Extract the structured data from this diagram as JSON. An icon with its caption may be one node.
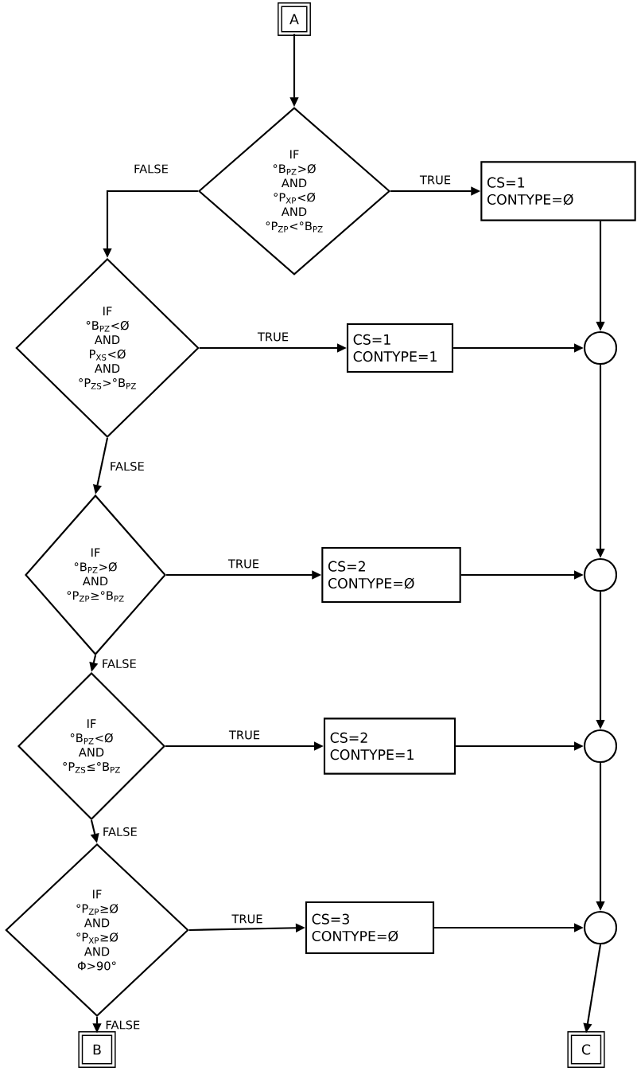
{
  "diagram": {
    "nodes": [
      {
        "text": [
          "A"
        ]
      },
      {
        "text": [
          "IF °B$_{PZ}$>Ø AND °P$_{XP}$<Ø AND °P$_{ZP}$<°B$_{PZ}$"
        ]
      },
      {
        "text": [
          "CS=1 CONTYPE=Ø"
        ]
      },
      {
        "text": [
          "IF °B$_{PZ}$<Ø AND P$_{XS}$<Ø AND °P$_{ZS}$>°B$_{PZ}$"
        ]
      },
      {
        "text": [
          "CS=1 CONTYPE=1"
        ]
      },
      {
        "text": [],
        "shape": "circle"
      },
      {
        "text": [
          "IF °B$_{PZ}$>Ø AND °P$_{ZP}$≥°B$_{PZ}$"
        ]
      },
      {
        "text": [
          "CS=2 CONTYPE=Ø"
        ]
      },
      {
        "text": [],
        "shape": "circle"
      },
      {
        "text": [
          "IF °B$_{PZ}$<Ø AND °P$_{ZS}$≤°B$_{PZ}$"
        ]
      },
      {
        "text": [
          "CS=2 CONTYPE=1"
        ]
      },
      {
        "text": [],
        "shape": "circle"
      },
      {
        "text": [
          "IF °P$_{ZP}$≥Ø AND °P$_{XP}$≥Ø AND Φ>90°"
        ]
      },
      {
        "text": [
          "CS=3 CONTYPE=Ø"
        ]
      },
      {
        "text": [],
        "shape": "circle"
      },
      {
        "text": [
          "B"
        ]
      },
      {
        "text": [
          "C"
        ]
      }
    ],
    "edges": [
      {
        "from": 0,
        "to": 1,
        "arrow": "to"
      },
      {
        "from": 1,
        "to": 2,
        "arrow": "to",
        "label": "TRUE"
      },
      {
        "from": 1,
        "to": 3,
        "arrow": "to",
        "label": "FALSE"
      },
      {
        "from": 3,
        "to": 4,
        "arrow": "to",
        "label": "TRUE"
      },
      {
        "from": 3,
        "to": 6,
        "arrow": "to",
        "label": "FALSE"
      },
      {
        "from": 2,
        "to": 5,
        "arrow": "to"
      },
      {
        "from": 4,
        "to": 5,
        "arrow": "to"
      },
      {
        "from": 6,
        "to": 7,
        "arrow": "to",
        "label": "TRUE"
      },
      {
        "from": 5,
        "to": 8,
        "arrow": "to"
      },
      {
        "from": 7,
        "to": 8,
        "arrow": "to"
      },
      {
        "from": 6,
        "to": 9,
        "arrow": "to",
        "label": "FALSE"
      },
      {
        "from": 9,
        "to": 10,
        "arrow": "to",
        "label": "TRUE"
      },
      {
        "from": 8,
        "to": 11,
        "arrow": "to"
      },
      {
        "from": 10,
        "to": 11,
        "arrow": "to"
      },
      {
        "from": 9,
        "to": 12,
        "arrow": "to",
        "label": "FALSE"
      },
      {
        "from": 12,
        "to": 13,
        "arrow": "to",
        "label": "TRUE"
      },
      {
        "from": 11,
        "to": 14,
        "arrow": "to"
      },
      {
        "from": 13,
        "to": 14,
        "arrow": "to"
      },
      {
        "from": 12,
        "to": 15,
        "arrow": "to",
        "label": "FALSE"
      },
      {
        "from": 14,
        "to": 16,
        "arrow": "to"
      }
    ]
  }
}
